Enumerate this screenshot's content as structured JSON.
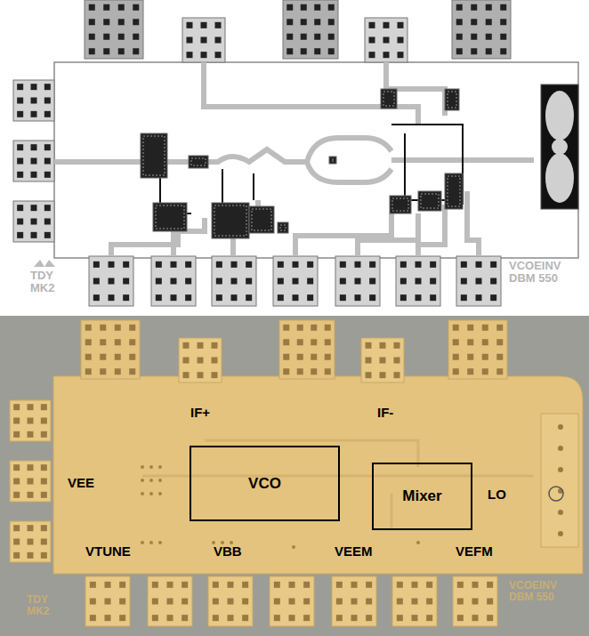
{
  "diagram": {
    "nodes": [
      {
        "text": [
          "VCO"
        ]
      },
      {
        "text": [
          "Mixer"
        ]
      }
    ],
    "labels": [
      "TDY MK2",
      "VCOEINV DBM 550",
      "IF+",
      "IF-",
      "VEE",
      "LO",
      "VTUNE",
      "VBB",
      "VEEM",
      "VEFM",
      "TDY MK2",
      "VCOEINV DBM 550"
    ]
  }
}
